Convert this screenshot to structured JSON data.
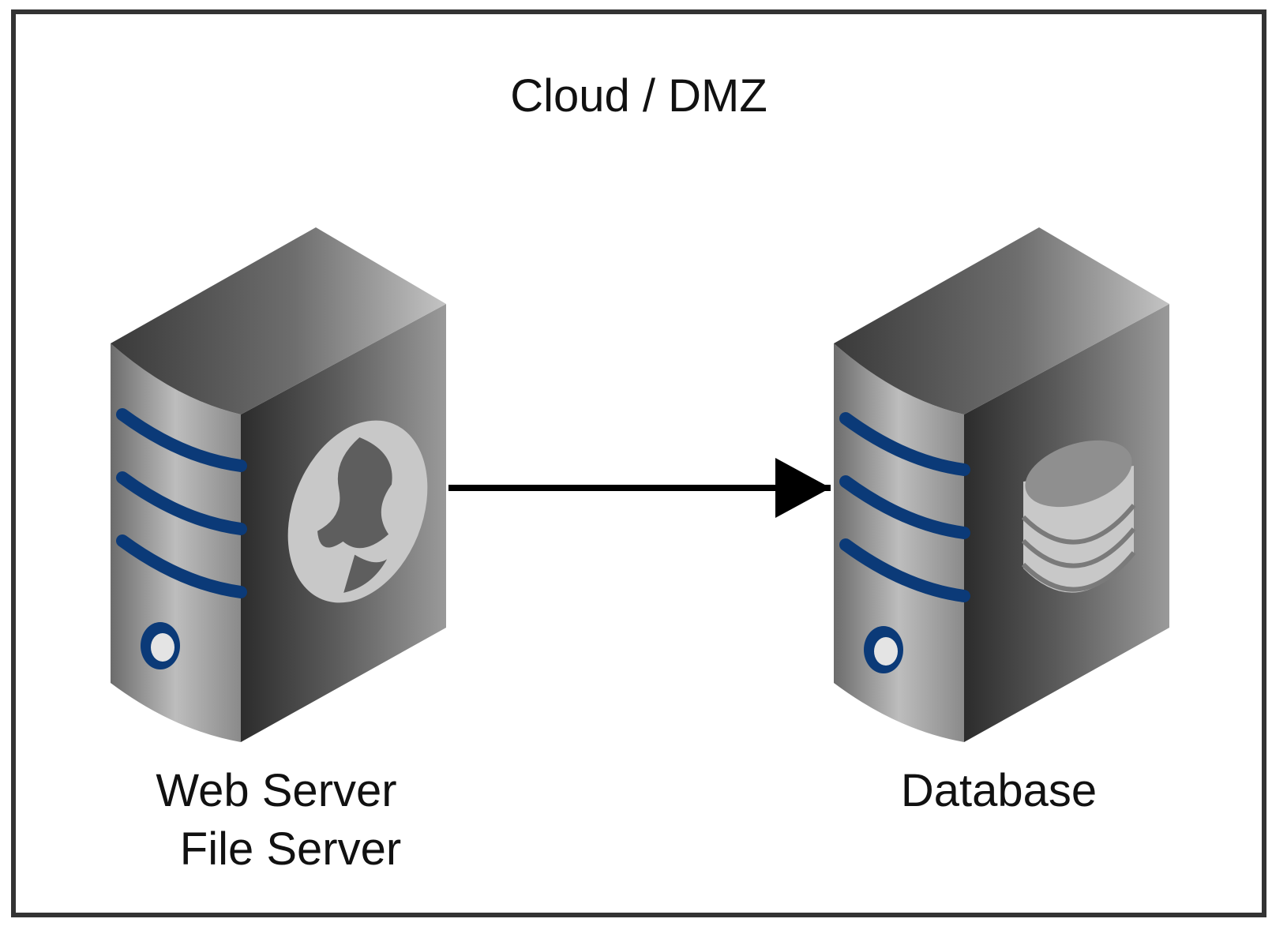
{
  "zone": {
    "title": "Cloud / DMZ"
  },
  "nodes": [
    {
      "id": "web",
      "label_lines": [
        "Web Server",
        "File Server"
      ],
      "icon": "globe-icon"
    },
    {
      "id": "db",
      "label_lines": [
        "Database"
      ],
      "icon": "database-icon"
    }
  ],
  "edges": [
    {
      "from": "web",
      "to": "db"
    }
  ],
  "colors": {
    "border": "#333333",
    "stripe": "#0b3a78",
    "arrow": "#000000",
    "emblem": "#c8c8c8"
  }
}
